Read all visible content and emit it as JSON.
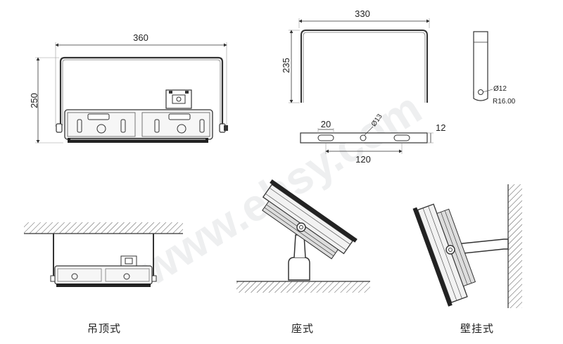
{
  "watermark": "www.ehsy.com",
  "front_view": {
    "width_label": "360",
    "height_label": "250"
  },
  "bracket_view": {
    "width_label": "330",
    "height_label": "235"
  },
  "side_view": {
    "hole_label": "Ø12",
    "radius_label": "R16.00"
  },
  "bar_view": {
    "slot_label": "20",
    "hole_label": "Ø13",
    "spacing_label": "120",
    "thickness_label": "12"
  },
  "mounts": [
    {
      "caption": "吊顶式"
    },
    {
      "caption": "座式"
    },
    {
      "caption": "壁挂式"
    }
  ]
}
